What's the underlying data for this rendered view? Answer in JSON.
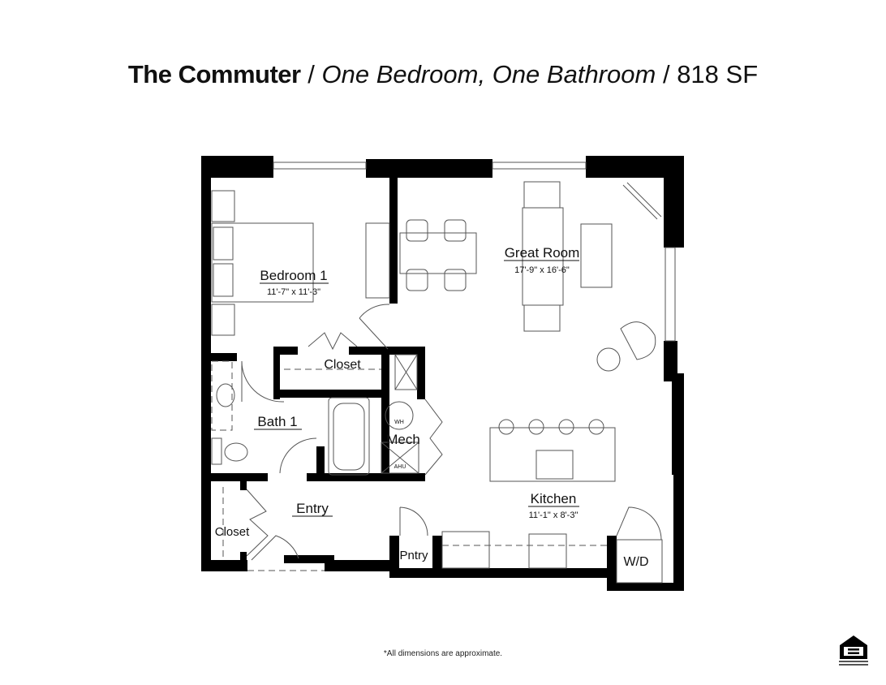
{
  "header": {
    "plan_name": "The Commuter",
    "separator": "/",
    "unit_type": "One Bedroom, One Bathroom",
    "area": "818 SF"
  },
  "rooms": [
    {
      "name": "Bedroom 1",
      "dimensions": "11'-7\" x 11'-3\""
    },
    {
      "name": "Great Room",
      "dimensions": "17'-9\" x 16'-6\""
    },
    {
      "name": "Kitchen",
      "dimensions": "11'-1\" x 8'-3\""
    },
    {
      "name": "Bath 1"
    },
    {
      "name": "Closet"
    },
    {
      "name": "Mech"
    },
    {
      "name": "Entry"
    },
    {
      "name": "Closet"
    },
    {
      "name": "Pntry"
    },
    {
      "name": "W/D"
    }
  ],
  "fixtures": {
    "water_heater": "WH",
    "air_handler": "AHU"
  },
  "footer": {
    "note": "*All dimensions are approximate.",
    "logo": "EQUAL HOUSING OPPORTUNITY"
  }
}
